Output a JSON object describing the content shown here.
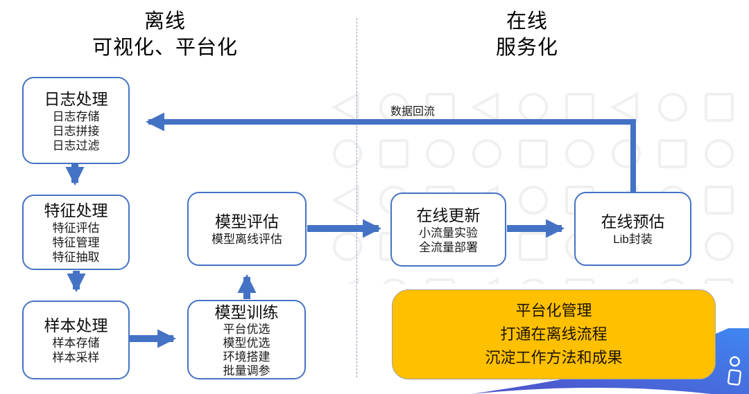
{
  "colors": {
    "accent": "#4472C4",
    "box_border": "#4472C4",
    "divider": "#8e9fbe",
    "highlight_fill": "#FFC000",
    "highlight_border": "#a0a0a0",
    "swoosh_start": "#4F50C8",
    "swoosh_end": "#3E8AF4",
    "watermark": "#f0f0f0"
  },
  "headers": {
    "offline": {
      "line1": "离线",
      "line2": "可视化、平台化"
    },
    "online": {
      "line1": "在线",
      "line2": "服务化"
    }
  },
  "boxes": [
    {
      "id": "log",
      "title": "日志处理",
      "items": [
        "日志存储",
        "日志拼接",
        "日志过滤"
      ]
    },
    {
      "id": "feature",
      "title": "特征处理",
      "items": [
        "特征评估",
        "特征管理",
        "特征抽取"
      ]
    },
    {
      "id": "sample",
      "title": "样本处理",
      "items": [
        "样本存储",
        "样本采样"
      ]
    },
    {
      "id": "train",
      "title": "模型训练",
      "items": [
        "平台优选",
        "模型优选",
        "环境搭建",
        "批量调参"
      ]
    },
    {
      "id": "eval",
      "title": "模型评估",
      "items": [
        "模型离线评估"
      ]
    },
    {
      "id": "update",
      "title": "在线更新",
      "items": [
        "小流量实验",
        "全流量部署"
      ]
    },
    {
      "id": "predict",
      "title": "在线预估",
      "items": [
        "Lib封装"
      ]
    }
  ],
  "arrow_labels": {
    "data_backflow": "数据回流"
  },
  "highlight_box": {
    "lines": [
      "平台化管理",
      "打通在离线流程",
      "沉淀工作方法和成果"
    ]
  }
}
